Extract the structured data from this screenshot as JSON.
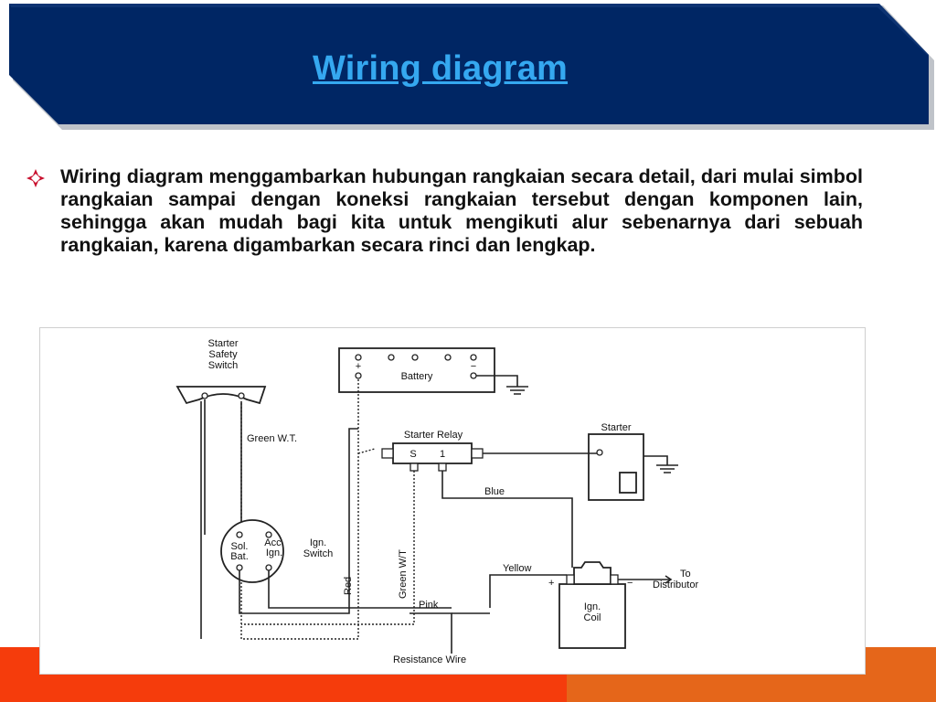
{
  "slide": {
    "title": "Wiring diagram",
    "paragraph": "Wiring diagram menggambarkan hubungan rangkaian secara detail, dari mulai simbol rangkaian sampai dengan koneksi rangkaian tersebut dengan komponen lain, sehingga akan mudah bagi kita untuk mengikuti alur sebenarnya dari sebuah rangkaian, karena digambarkan secara rinci dan lengkap."
  },
  "colors": {
    "header_fill": "#002664",
    "title": "#35a8f0",
    "bullet": "#c8102e",
    "band_red": "#f53c0c",
    "band_orange": "#e5661a"
  },
  "icons": {
    "bullet": "diamond-bullet-icon"
  },
  "diagram": {
    "starter_safety_switch": [
      "Starter",
      "Safety",
      "Switch"
    ],
    "battery": "Battery",
    "battery_plus": "+",
    "battery_minus": "−",
    "starter_relay": "Starter Relay",
    "relay_s": "S",
    "relay_1": "1",
    "starter": "Starter",
    "green_wt": "Green W.T.",
    "blue": "Blue",
    "yellow": "Yellow",
    "plus": "+",
    "minus": "−",
    "to_distributor": [
      "To",
      "Distributor"
    ],
    "sol_bat": [
      "Sol.",
      "Bat."
    ],
    "acc_ign": [
      "Acc.",
      "Ign."
    ],
    "ign_switch": [
      "Ign.",
      "Switch"
    ],
    "red": "Red",
    "green_wt_vertical": "Green W/T",
    "pink": "Pink",
    "ign_coil": [
      "Ign.",
      "Coil"
    ],
    "resistance_wire": "Resistance Wire"
  }
}
